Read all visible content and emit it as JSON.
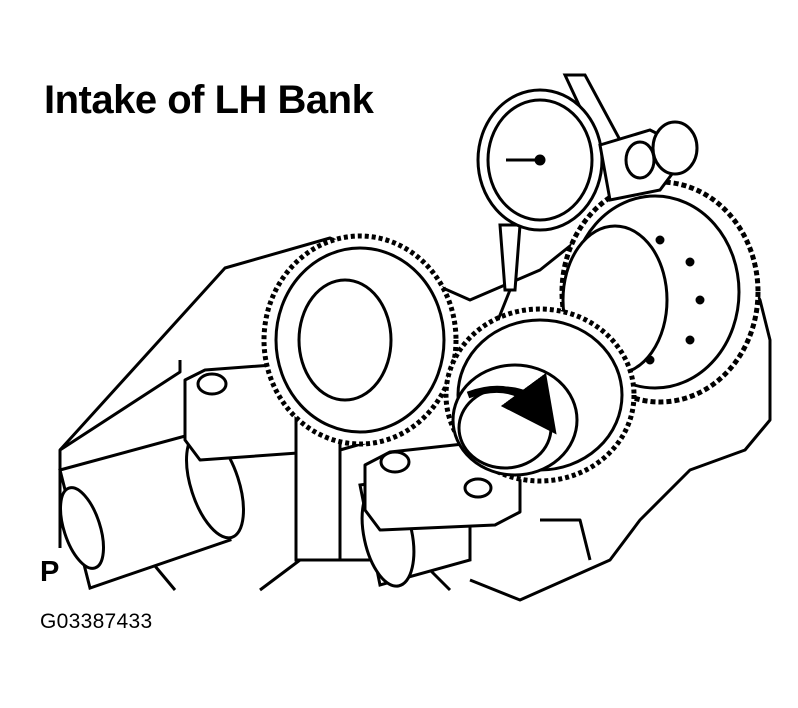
{
  "title": "Intake of LH Bank",
  "corner_label": "P",
  "figure_code": "G03387433",
  "components": {
    "dial_gauge": "dial-gauge-icon",
    "driven_gear": "driven-gear-icon",
    "camshaft_gear": "camshaft-gear-icon",
    "large_gear": "large-gear-icon",
    "rotation_arrow": "rotation-arrow-icon",
    "camshaft": "camshaft-icon",
    "bearing_caps": "bearing-cap-icon"
  },
  "colors": {
    "ink": "#000000",
    "paper": "#ffffff"
  }
}
